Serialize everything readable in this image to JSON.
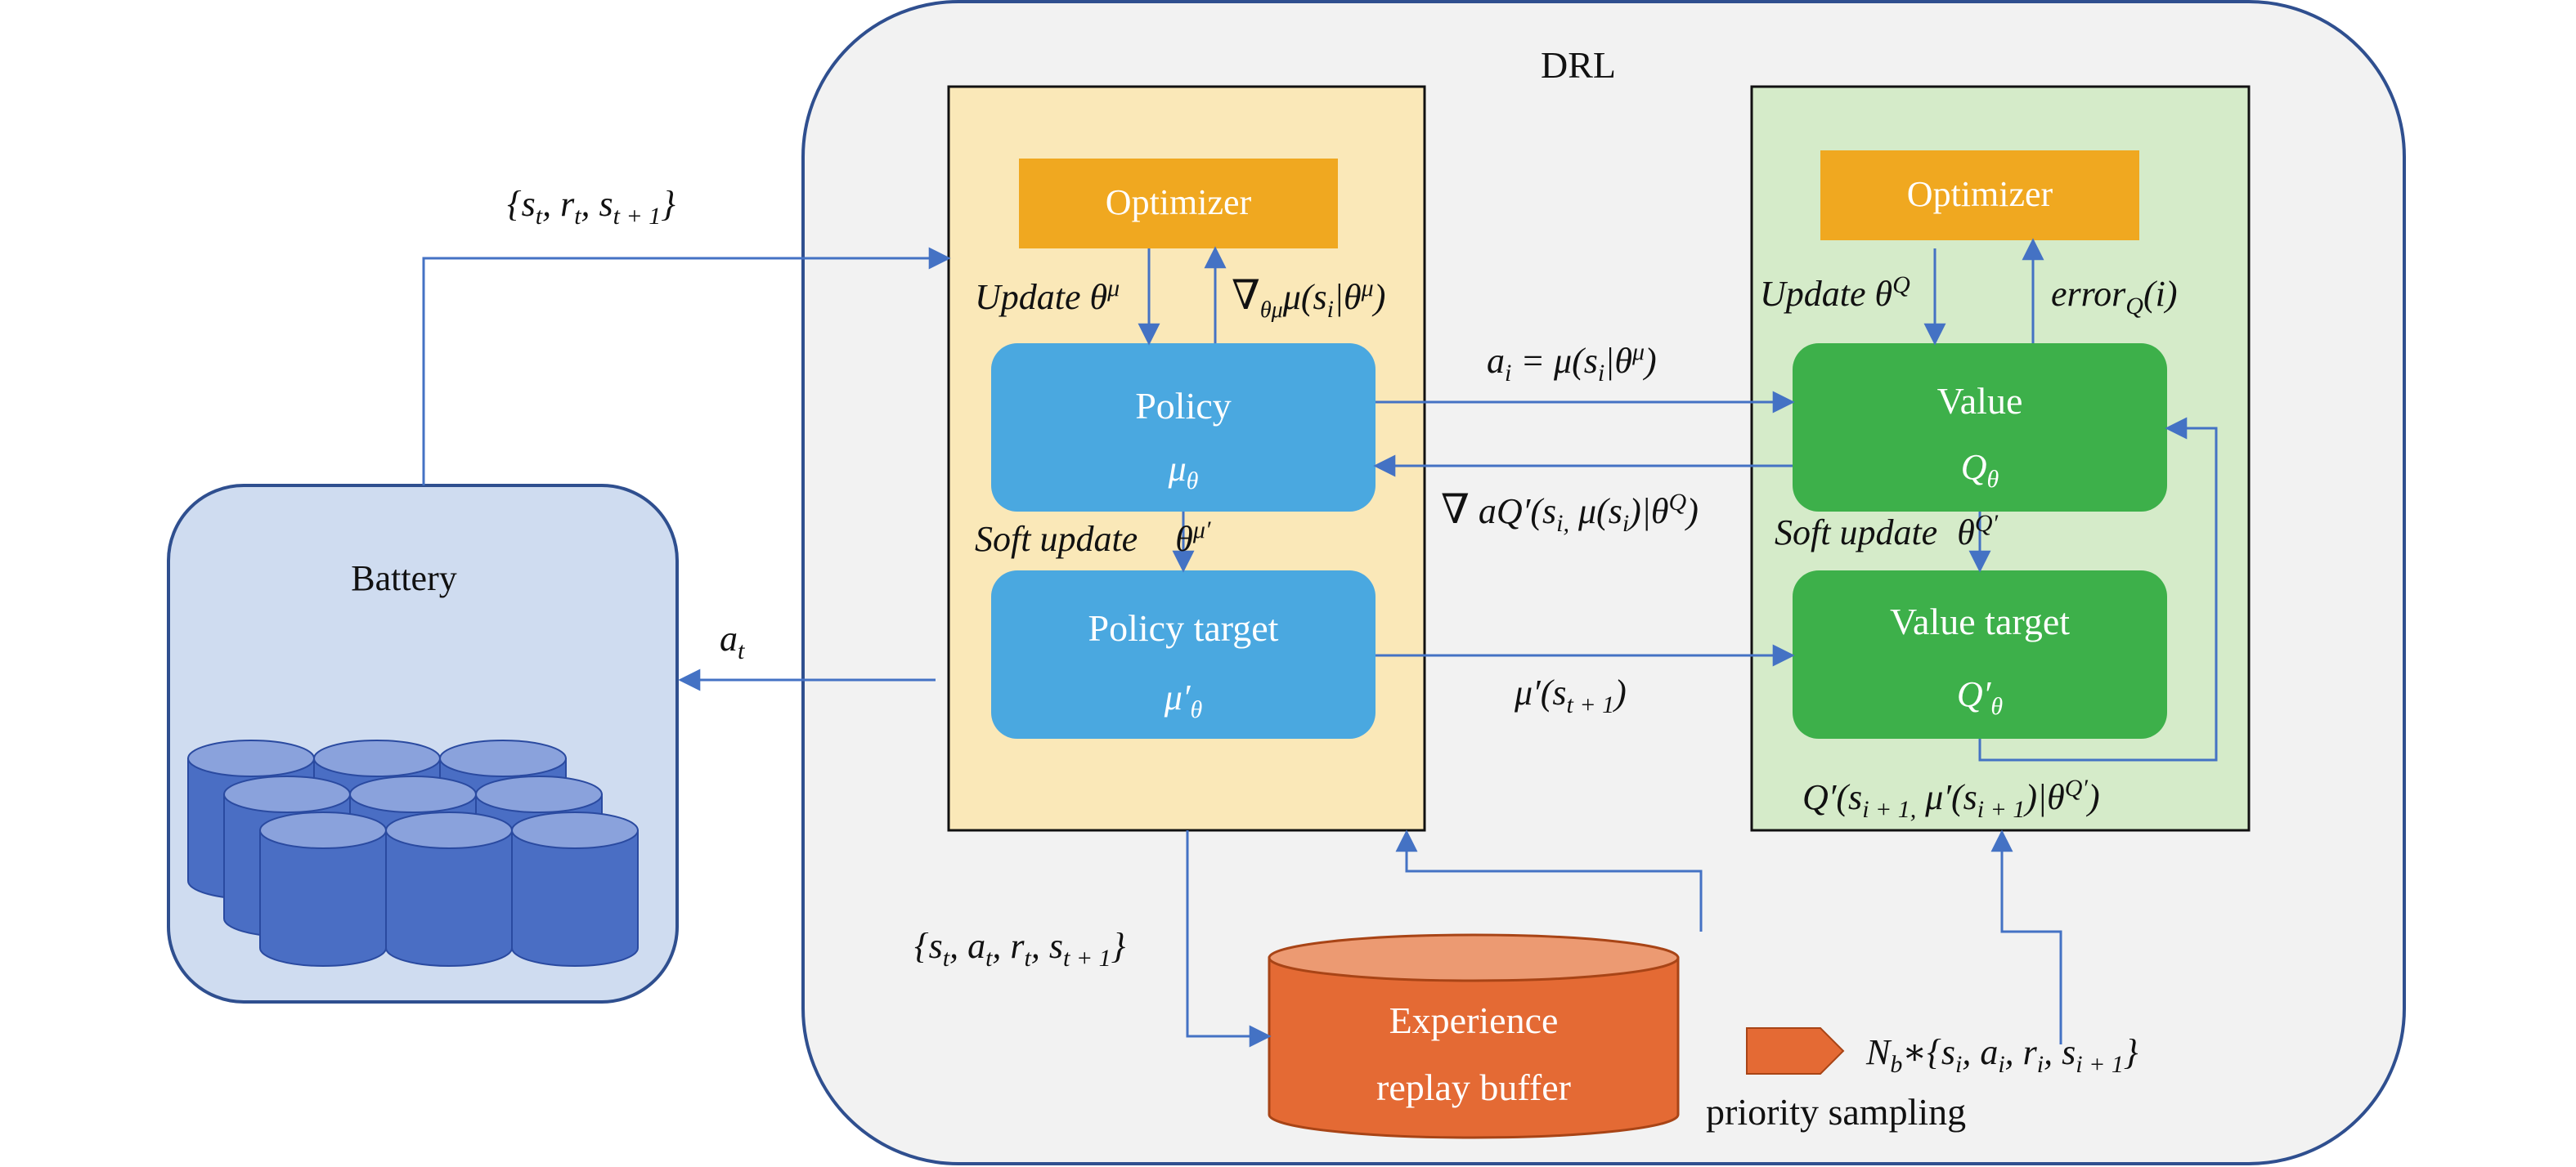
{
  "colors": {
    "drl_bg": "#f2f2f2",
    "drl_border": "#2f4f8f",
    "policy_panel": "#fae8b8",
    "value_panel": "#d5ebc9",
    "optimizer": "#f0a820",
    "policy_box": "#4aa8e0",
    "value_box": "#3db04a",
    "battery_bg": "#cfdcf0",
    "battery_border": "#2f4f8f",
    "cylinder_body": "#4a6ec4",
    "cylinder_top": "#8aa2dc",
    "buffer_body": "#e46a34",
    "buffer_top": "#ec9a72",
    "arrow": "#4472c4"
  },
  "drl": {
    "title": "DRL"
  },
  "battery": {
    "label": "Battery"
  },
  "policy": {
    "optimizer_label": "Optimizer",
    "update_label": "Update θ",
    "update_sup": "μ",
    "grad_label": "∇",
    "grad_sub": "θμ",
    "grad_expr": "μ(s",
    "grad_expr_sub": "i",
    "grad_expr_tail": "|θ",
    "grad_expr_sup": "μ",
    "grad_close": ")",
    "box_label": "Policy",
    "box_symbol": "μ",
    "box_symbol_sub": "θ",
    "soft_update_label": "Soft update",
    "soft_update_theta": "θ",
    "soft_update_sup": "μ′",
    "target_label": "Policy target",
    "target_symbol": "μ′",
    "target_symbol_sub": "θ"
  },
  "value": {
    "optimizer_label": "Optimizer",
    "update_label": "Update θ",
    "update_sup": "Q",
    "error_label": "error",
    "error_sub": "Q",
    "error_tail": "(i)",
    "box_label": "Value",
    "box_symbol": "Q",
    "box_symbol_sub": "θ",
    "soft_update_label": "Soft update",
    "soft_update_theta": "θ",
    "soft_update_sup": "Q′",
    "target_label": "Value target",
    "target_symbol": "Q′",
    "target_symbol_sub": "θ"
  },
  "edges": {
    "state_to_drl": {
      "a": "{s",
      "a_sub": "t",
      "b": ", r",
      "b_sub": "t",
      "c": ", s",
      "c_sub": "t + 1",
      "d": "}"
    },
    "action_to_battery": {
      "a": "a",
      "a_sub": "t"
    },
    "policy_to_value": {
      "a": "a",
      "a_sub": "i",
      "b": " = μ(s",
      "b_sub": "i",
      "c": "|θ",
      "c_sup": "μ",
      "d": ")"
    },
    "value_to_policy": {
      "a": "∇",
      "b": " aQ′(s",
      "b_sub": "i,",
      "c": " μ(s",
      "c_sub": "i",
      "d": ")|θ",
      "d_sup": "Q",
      "e": ")"
    },
    "target_to_target": {
      "a": "μ′(s",
      "a_sub": "t + 1",
      "b": ")"
    },
    "value_target_loop": {
      "a": "Q′(s",
      "a_sub": "i + 1,",
      "b": " μ′(s",
      "b_sub": "i + 1",
      "c": ")|θ",
      "c_sup": "Q′",
      "d": ")"
    },
    "to_buffer": {
      "a": "{s",
      "a_sub": "t",
      "b": ", a",
      "b_sub": "t",
      "c": ", r",
      "c_sub": "t",
      "d": ", s",
      "d_sub": "t + 1",
      "e": "}"
    },
    "sampling": {
      "a": "N",
      "a_sub": "b",
      "b": "∗{s",
      "b_sub": "i",
      "c": ", a",
      "c_sub": "i",
      "d": ", r",
      "d_sub": "i",
      "e": ", s",
      "e_sub": "i + 1",
      "f": "}"
    }
  },
  "buffer": {
    "line1": "Experience",
    "line2": "replay buffer"
  },
  "priority_label": "priority sampling"
}
